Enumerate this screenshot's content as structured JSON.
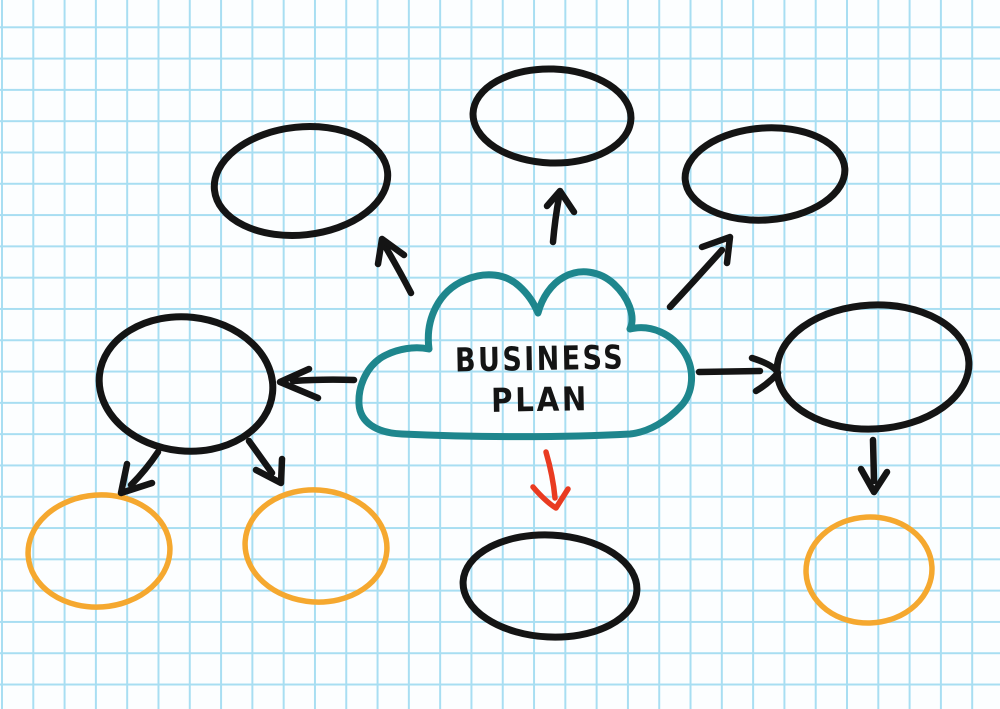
{
  "document": {
    "kind": "hand-drawn mind map on blue grid paper",
    "central_topic": "BUSINESS PLAN"
  },
  "cloud": {
    "label_line1": "BUSINESS",
    "label_line2": "PLAN"
  },
  "structure": {
    "primary_node_count": 6,
    "secondary_node_count": 3,
    "black_arrow_count": 8,
    "red_arrow_count": 1,
    "primary_nodes_blank": true,
    "secondary_nodes_blank": true
  },
  "colors": {
    "paper": "#fcfeff",
    "grid_line": "#a8def2",
    "cloud_stroke": "#1e868d",
    "node_stroke": "#141414",
    "subnode_stroke": "#f5a82f",
    "arrow_stroke": "#141414",
    "highlight_arrow_stroke": "#e93b21",
    "label_color": "#141414"
  }
}
